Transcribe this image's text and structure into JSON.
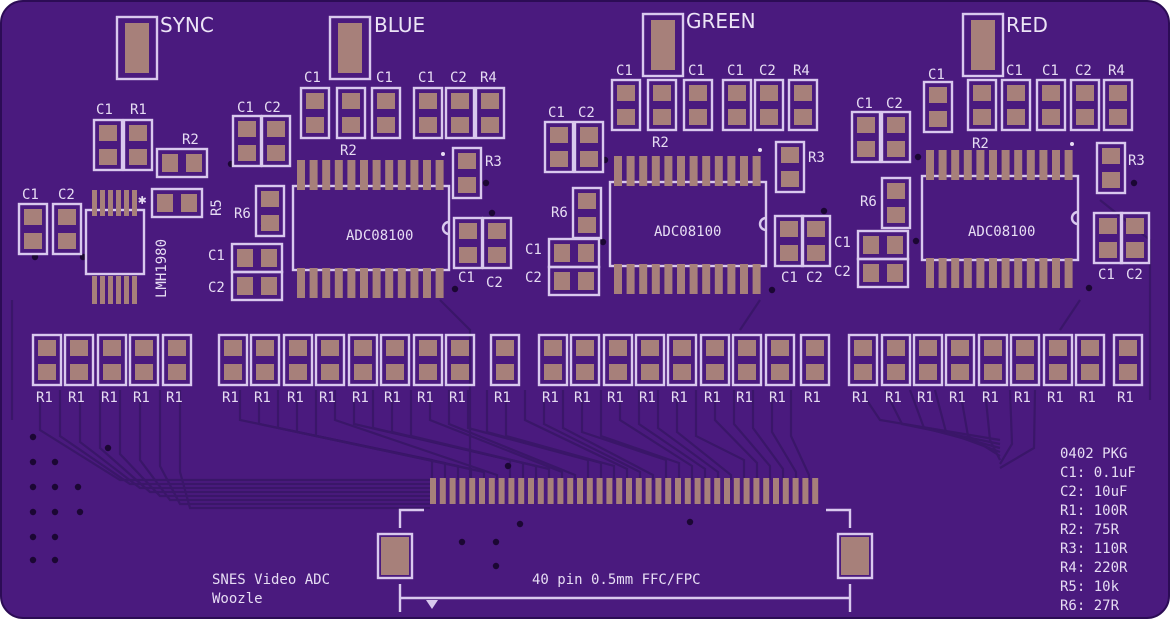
{
  "board": {
    "name": "SNES Video ADC",
    "author": "Woozle",
    "connector_label": "40 pin 0.5mm FFC/FPC",
    "colors": {
      "board": "#4a1a7e",
      "silk": "#d9c9ee",
      "pad": "#a7807a",
      "trace": "#3a1669"
    }
  },
  "channels": {
    "sync": "SYNC",
    "blue": "BLUE",
    "green": "GREEN",
    "red": "RED"
  },
  "chips": {
    "adc": "ADC08100",
    "sync_ic": "LMH1980"
  },
  "refs": {
    "c1": "C1",
    "c2": "C2",
    "r1": "R1",
    "r2": "R2",
    "r3": "R3",
    "r4": "R4",
    "r5": "R5",
    "r6": "R6"
  },
  "legend": {
    "title": "0402 PKG",
    "lines": [
      "C1: 0.1uF",
      "C2: 10uF",
      "R1: 100R",
      "R2: 75R",
      "R3: 110R",
      "R4: 220R",
      "R5: 10k",
      "R6: 27R"
    ]
  }
}
